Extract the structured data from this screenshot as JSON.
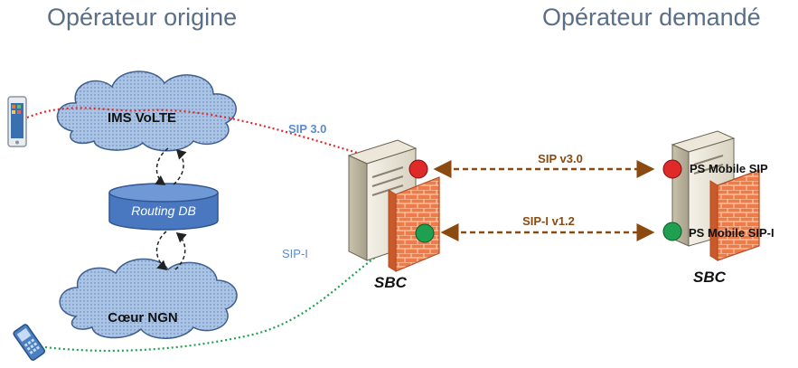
{
  "headings": {
    "origin": "Opérateur origine",
    "requested": "Opérateur demandé"
  },
  "clouds": {
    "ims": "IMS VoLTE",
    "ngn": "Cœur NGN"
  },
  "routing_db": "Routing DB",
  "links": {
    "sip30": "SIP 3.0",
    "sipi": "SIP-I",
    "sip_v30": "SIP v3.0",
    "sipi_v12": "SIP-I v1.2"
  },
  "sbc": {
    "left_label": "SBC",
    "right_label": "SBC"
  },
  "remote_ports": {
    "sip": "PS  Mobile SIP",
    "sipi": "PS Mobile SIP-I"
  },
  "colors": {
    "heading": "#5a6f86",
    "cloud_fill": "#a9c4e4",
    "cloud_stroke": "#3f5f8f",
    "db_fill": "#4a78c0",
    "sip_red": "#e02a2a",
    "sipi_green": "#1fa050",
    "trunk_brown": "#8a4a10",
    "link_label_blue": "#5b8bd0"
  },
  "icons": [
    "smartphone-icon",
    "feature-phone-icon",
    "server-icon",
    "firewall-icon"
  ]
}
